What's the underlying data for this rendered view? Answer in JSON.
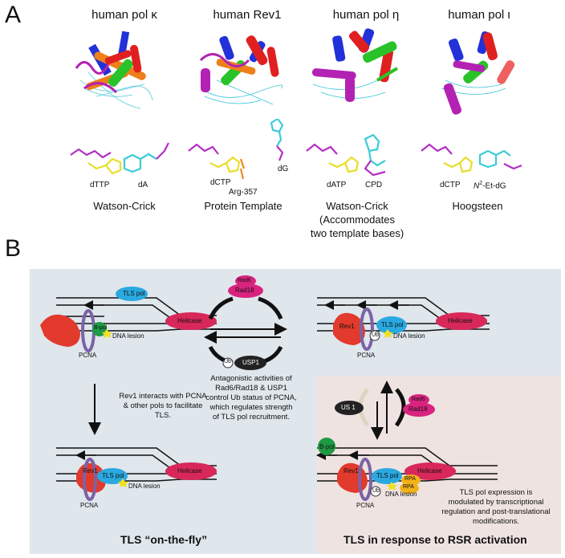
{
  "panel_a": {
    "letter": "A",
    "structures": [
      {
        "title": "human pol κ"
      },
      {
        "title": "human Rev1"
      },
      {
        "title": "human pol η"
      },
      {
        "title": "human pol ι"
      }
    ],
    "pairs": [
      {
        "left_label": "dTTP",
        "right_label": "dA",
        "caption": "Watson-Crick"
      },
      {
        "left_label": "dCTP",
        "right_label": "dG",
        "extra_label": "Arg-357",
        "caption": "Protein Template"
      },
      {
        "left_label": "dATP",
        "right_label": "CPD",
        "caption_line1": "Watson-Crick",
        "caption_line2": "(Accommodates",
        "caption_line3": "two template bases)"
      },
      {
        "left_label": "dCTP",
        "right_label_prefix": "N",
        "right_label_sup": "2",
        "right_label_suffix": "-Et-dG",
        "caption": "Hoogsteen"
      }
    ]
  },
  "panel_b": {
    "letter": "B",
    "labels": {
      "tls_pol": "TLS pol",
      "helicase": "Helicase",
      "b_pol": "B-pol",
      "dna_lesion": "DNA lesion",
      "pcna": "PCNA",
      "rev1": "Rev1",
      "rad6": "Rad6",
      "rad18": "Rad18",
      "usp1": "USP1",
      "ub": "Ub",
      "rpa": "RPA",
      "us1": "US 1"
    },
    "middle_text": [
      "Antagonistic activities of",
      "Rad6/Rad18 & USP1",
      "control Ub status of PCNA,",
      "which regulates strength",
      "of TLS pol recruitment."
    ],
    "rev1_text": [
      "Rev1 interacts with PCNA",
      "& other pols to facilitate",
      "TLS."
    ],
    "expression_text": [
      "TLS pol expression is",
      "modulated by transcriptional",
      "regulation and post-translational",
      "modifications."
    ],
    "left_title": "TLS “on-the-fly”",
    "right_title": "TLS in response to RSR activation",
    "colors": {
      "left_bg": "#dfe6ec",
      "right_bg": "#efe3e1",
      "helicase": "#d8285a",
      "tls_pol": "#29a9e0",
      "rev1": "#e23a2c",
      "pcna": "#7b63a6",
      "bpol": "#1e9a45",
      "rad": "#d9237f",
      "usp1": "#222222",
      "rpa": "#f2b21a"
    }
  }
}
